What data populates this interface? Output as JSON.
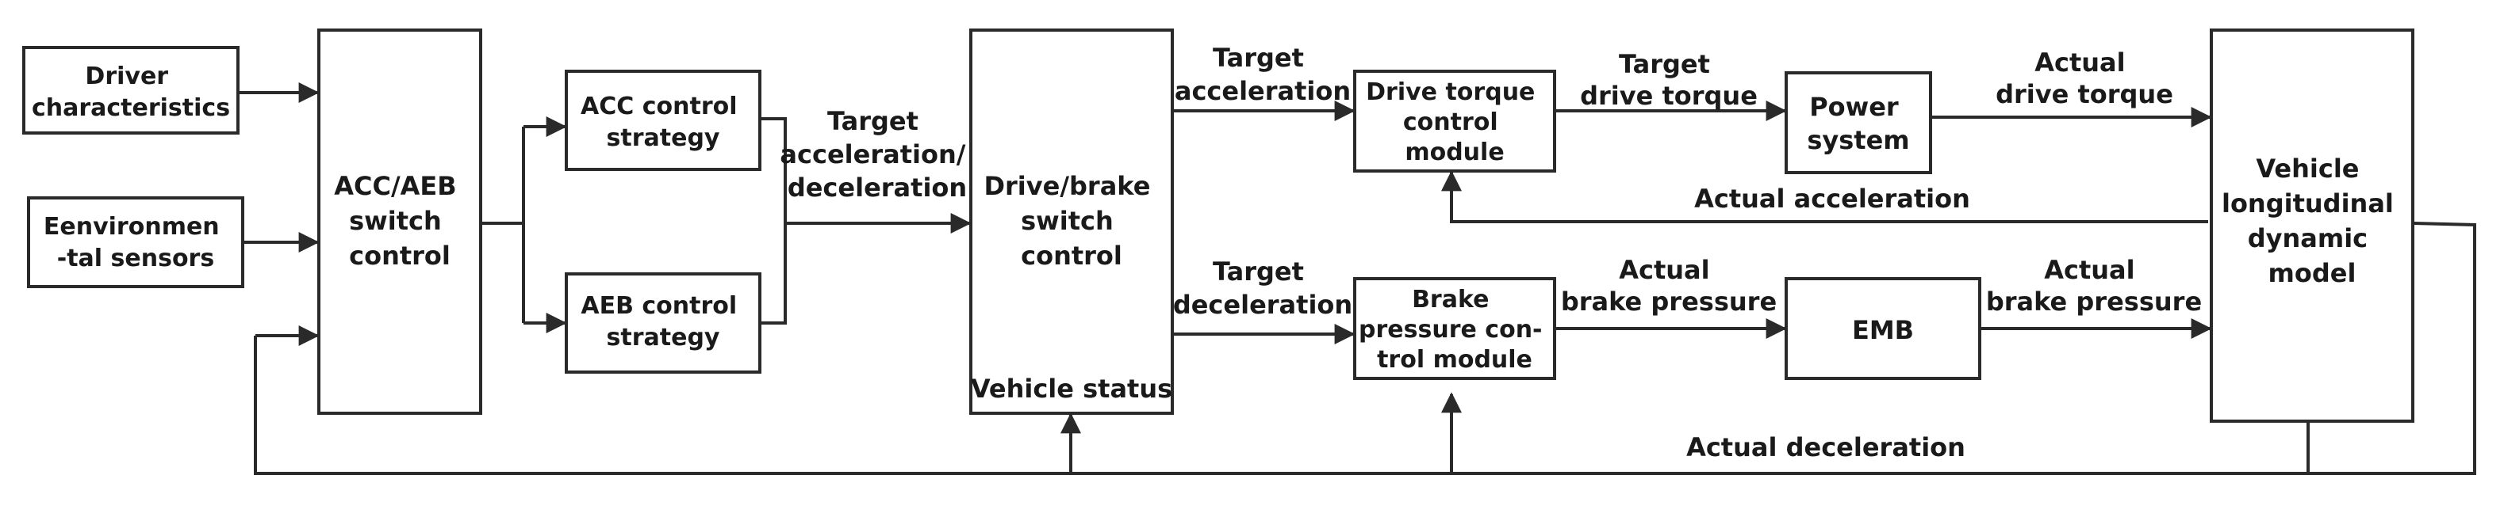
{
  "diagram": {
    "nodes": {
      "driver_characteristics": [
        "Driver",
        "characteristics"
      ],
      "environmental_sensors": [
        "Eenvironmen",
        "-tal sensors"
      ],
      "acc_aeb_switch": [
        "ACC/AEB",
        "switch",
        "control"
      ],
      "acc_strategy": [
        "ACC control",
        "strategy"
      ],
      "aeb_strategy": [
        "AEB control",
        "strategy"
      ],
      "drive_brake_switch": [
        "Drive/brake",
        "switch",
        "control"
      ],
      "vehicle_status": [
        "Vehicle status"
      ],
      "drive_torque_module": [
        "Drive torque",
        "control",
        "module"
      ],
      "brake_pressure_module": [
        "Brake",
        "pressure con-",
        "trol module"
      ],
      "power_system": [
        "Power",
        "system"
      ],
      "emb": [
        "EMB"
      ],
      "vehicle_model": [
        "Vehicle",
        "longitudinal",
        "dynamic",
        "model"
      ]
    },
    "labels": {
      "target_accel_decel": [
        "Target",
        "acceleration/",
        "deceleration"
      ],
      "target_acceleration": [
        "Target",
        "acceleration"
      ],
      "target_deceleration": [
        "Target",
        "deceleration"
      ],
      "target_drive_torque": [
        "Target",
        "drive torque"
      ],
      "actual_drive_torque": [
        "Actual",
        "drive torque"
      ],
      "actual_brake_pressure_1": [
        "Actual",
        "brake pressure"
      ],
      "actual_brake_pressure_2": [
        "Actual",
        "brake pressure"
      ],
      "actual_acceleration": [
        "Actual acceleration"
      ],
      "actual_deceleration": [
        "Actual deceleration"
      ]
    }
  }
}
